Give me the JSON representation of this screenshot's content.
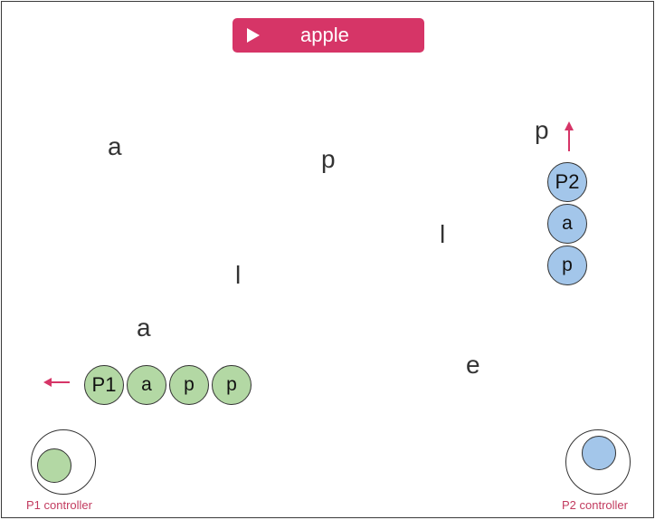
{
  "banner": {
    "play_icon": "play-icon",
    "word": "apple",
    "color": "#d63567"
  },
  "letters": [
    "a",
    "p",
    "l",
    "a",
    "p",
    "l",
    "e"
  ],
  "players": {
    "p1": {
      "head_label": "P1",
      "body": [
        "a",
        "p",
        "p"
      ],
      "color": "#b3d8a4",
      "direction": "left",
      "controller_label": "P1 controller"
    },
    "p2": {
      "head_label": "P2",
      "body": [
        "a",
        "p"
      ],
      "color": "#a3c6ea",
      "direction": "up",
      "controller_label": "P2 controller"
    }
  },
  "colors": {
    "accent": "#d63567",
    "p1": "#b3d8a4",
    "p2": "#a3c6ea"
  }
}
